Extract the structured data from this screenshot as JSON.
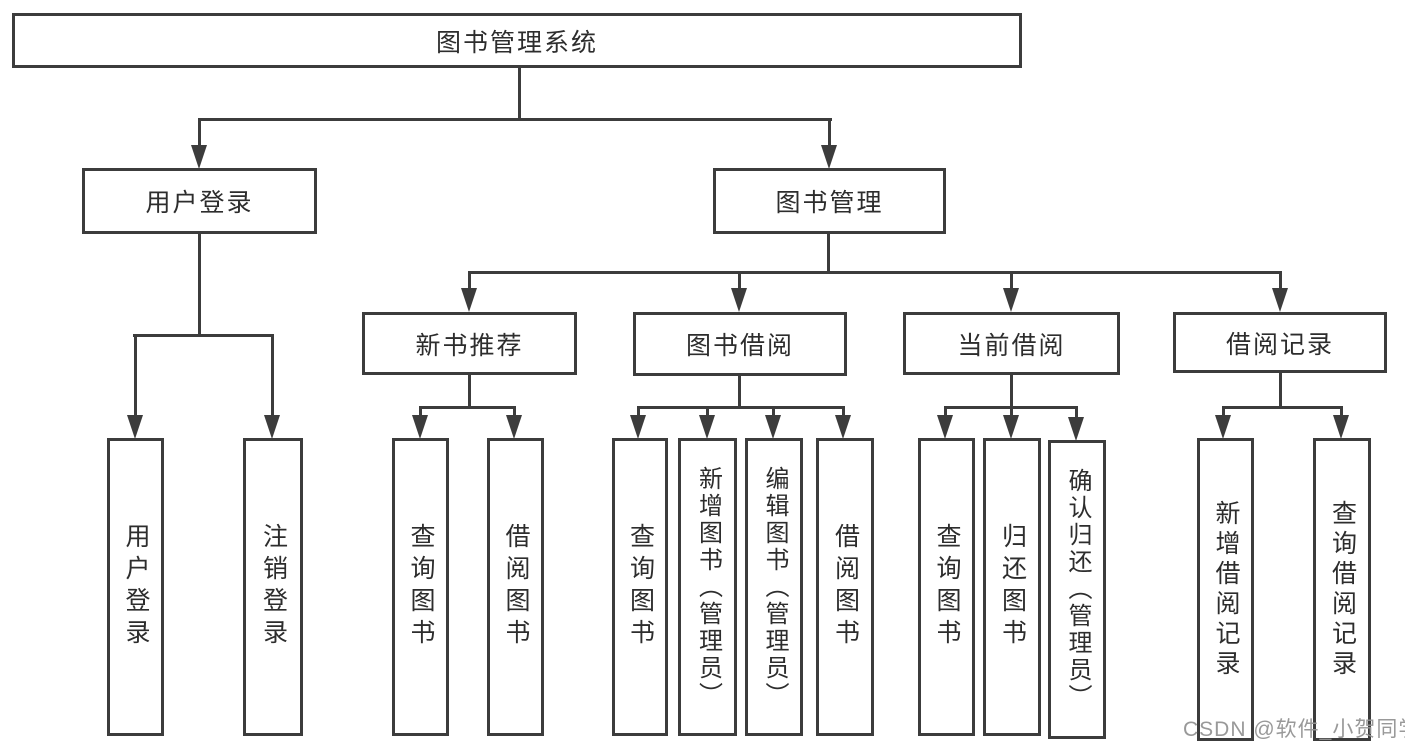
{
  "diagram_title": "图书管理系统",
  "colors": {
    "line": "#3c3c3c",
    "box_border": "#3c3c3c",
    "text": "#2d2d2d",
    "background": "#ffffff",
    "watermark": "#949494"
  },
  "nodes": {
    "root": "图书管理系统",
    "user_login": "用户登录",
    "book_mgmt": "图书管理",
    "l3": [
      "新书推荐",
      "图书借阅",
      "当前借阅",
      "借阅记录"
    ],
    "leaves_user": [
      "用户登录",
      "注销登录"
    ],
    "leaves_newbook": [
      "查询图书",
      "借阅图书"
    ],
    "leaves_borrow": [
      "查询图书",
      "新增图书（管理员）",
      "编辑图书（管理员）",
      "借阅图书"
    ],
    "leaves_current": [
      "查询图书",
      "归还图书",
      "确认归还（管理员）"
    ],
    "leaves_records": [
      "新增借阅记录",
      "查询借阅记录"
    ]
  },
  "watermark": {
    "text": "CSDN @软件_小贺同学"
  }
}
